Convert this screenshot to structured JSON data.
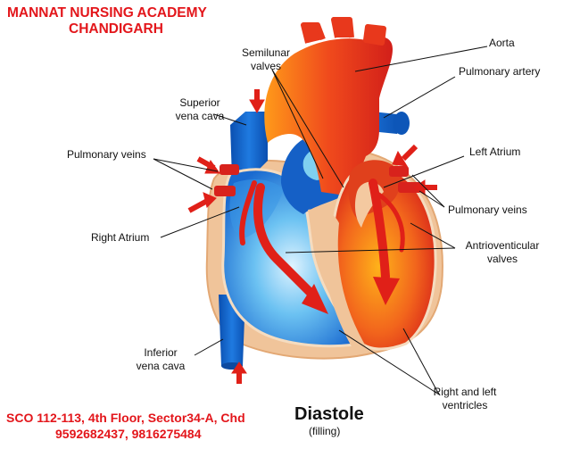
{
  "header": {
    "line1": "MANNAT NURSING ACADEMY",
    "line2": "CHANDIGARH"
  },
  "labels": {
    "semilunar_1": "Semilunar",
    "semilunar_2": "valves",
    "aorta": "Aorta",
    "pulmonary_artery": "Pulmonary artery",
    "superior_vc_1": "Superior",
    "superior_vc_2": "vena cava",
    "pulmonary_veins_left": "Pulmonary veins",
    "left_atrium": "Left Atrium",
    "pulmonary_veins_right": "Pulmonary veins",
    "right_atrium": "Right Atrium",
    "av_valves_1": "Antrioventicular",
    "av_valves_2": "valves",
    "inferior_vc_1": "Inferior",
    "inferior_vc_2": "vena cava",
    "ventricles_1": "Right and left",
    "ventricles_2": "ventricles"
  },
  "diagram": {
    "title": "Diastole",
    "subtitle": "(filling)"
  },
  "footer": {
    "address": "SCO 112-113, 4th Floor, Sector34-A, Chd",
    "phones": "9592682437, 9816275484"
  },
  "colors": {
    "brand_red": "#e3161b",
    "oxygenated": "#e8381c",
    "deoxygenated": "#1464c8",
    "tissue": "#f0c49a"
  }
}
